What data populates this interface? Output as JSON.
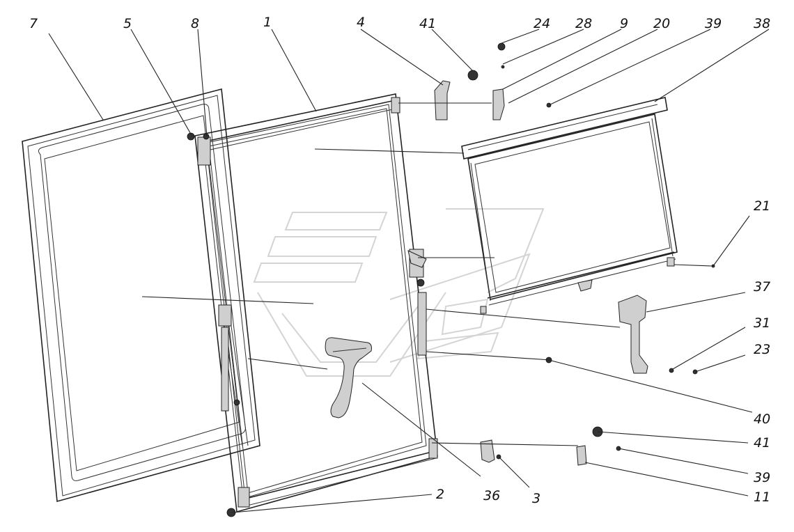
{
  "diagram": {
    "callouts": [
      {
        "id": "c-7",
        "text": "7"
      },
      {
        "id": "c-5",
        "text": "5"
      },
      {
        "id": "c-8",
        "text": "8"
      },
      {
        "id": "c-1",
        "text": "1"
      },
      {
        "id": "c-4",
        "text": "4"
      },
      {
        "id": "c-41a",
        "text": "41"
      },
      {
        "id": "c-24",
        "text": "24"
      },
      {
        "id": "c-28",
        "text": "28"
      },
      {
        "id": "c-9",
        "text": "9"
      },
      {
        "id": "c-20",
        "text": "20"
      },
      {
        "id": "c-39a",
        "text": "39"
      },
      {
        "id": "c-38",
        "text": "38"
      },
      {
        "id": "c-21",
        "text": "21"
      },
      {
        "id": "c-37",
        "text": "37"
      },
      {
        "id": "c-31",
        "text": "31"
      },
      {
        "id": "c-23",
        "text": "23"
      },
      {
        "id": "c-40",
        "text": "40"
      },
      {
        "id": "c-41b",
        "text": "41"
      },
      {
        "id": "c-39b",
        "text": "39"
      },
      {
        "id": "c-11",
        "text": "11"
      },
      {
        "id": "c-36",
        "text": "36"
      },
      {
        "id": "c-3",
        "text": "3"
      },
      {
        "id": "c-2",
        "text": "2"
      }
    ]
  }
}
